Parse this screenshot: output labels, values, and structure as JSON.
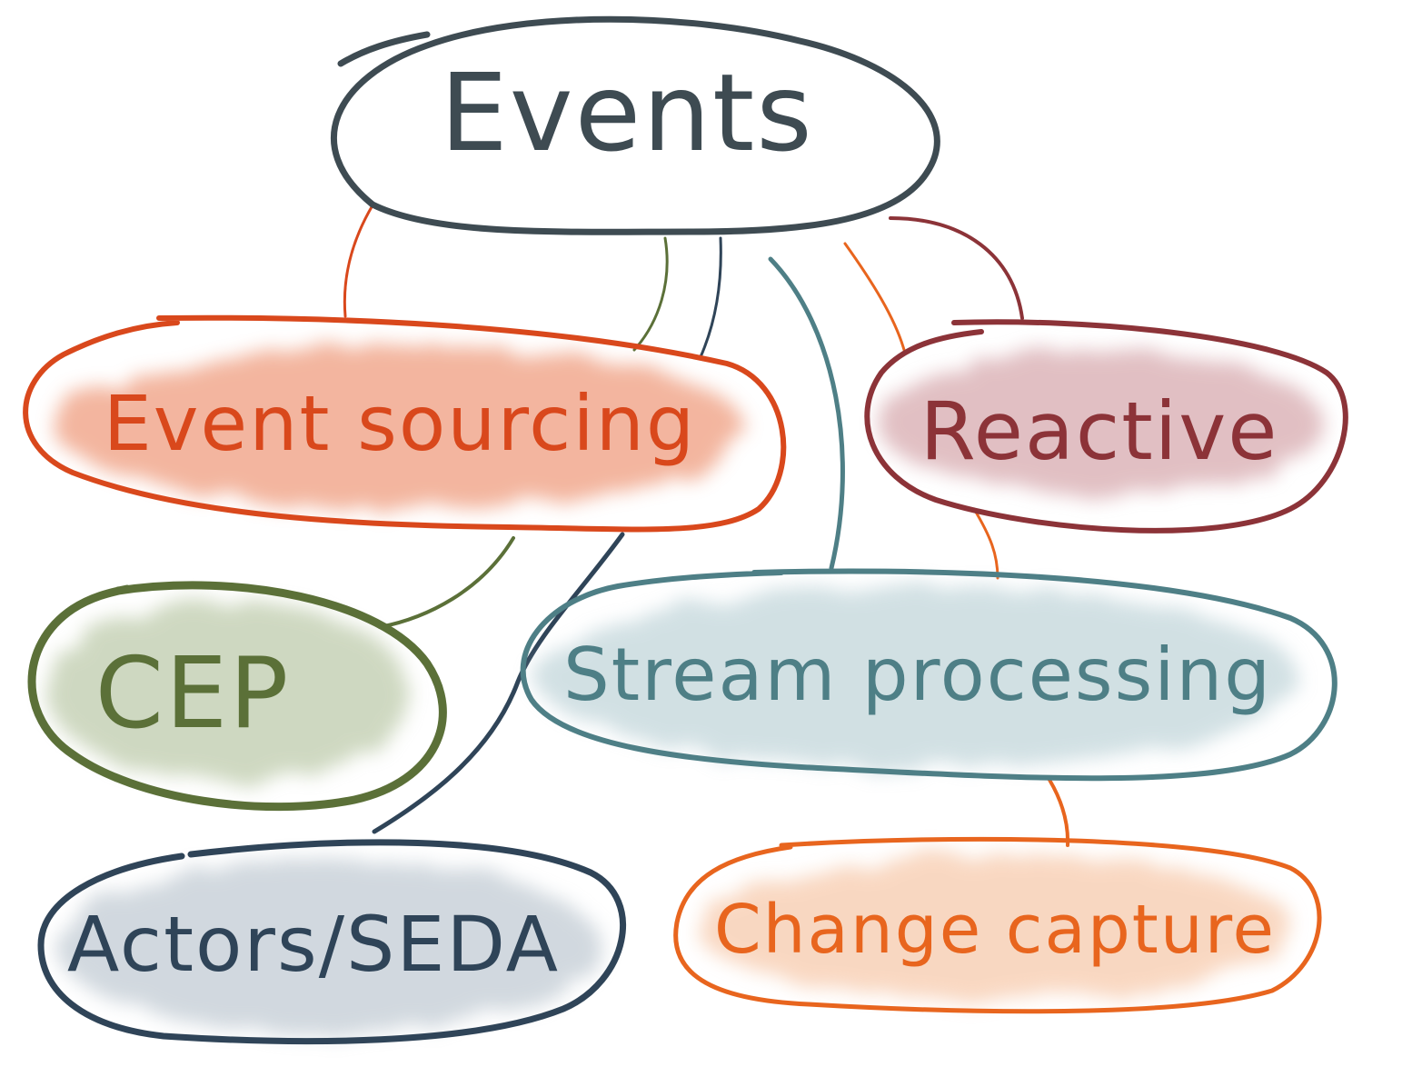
{
  "diagram": {
    "root": {
      "label": "Events",
      "color": "#3e4b52"
    },
    "nodes": {
      "event_sourcing": {
        "label": "Event sourcing",
        "color": "#d9481c",
        "fill": "#ef9d7f"
      },
      "reactive": {
        "label": "Reactive",
        "color": "#8c3338",
        "fill": "#c98c93"
      },
      "cep": {
        "label": "CEP",
        "color": "#5b7038",
        "fill": "#b5c4a0"
      },
      "stream_processing": {
        "label": "Stream processing",
        "color": "#4e7f86",
        "fill": "#b4ccd2"
      },
      "actors_seda": {
        "label": "Actors/SEDA",
        "color": "#2f4458",
        "fill": "#b9c4ce"
      },
      "change_capture": {
        "label": "Change capture",
        "color": "#e8651e",
        "fill": "#f4b890"
      }
    },
    "connector_colors": {
      "orange_red": "#d9481c",
      "green": "#5b7038",
      "navy": "#2f4458",
      "teal": "#4e7f86",
      "orange": "#e8651e",
      "maroon": "#8c3338"
    }
  }
}
